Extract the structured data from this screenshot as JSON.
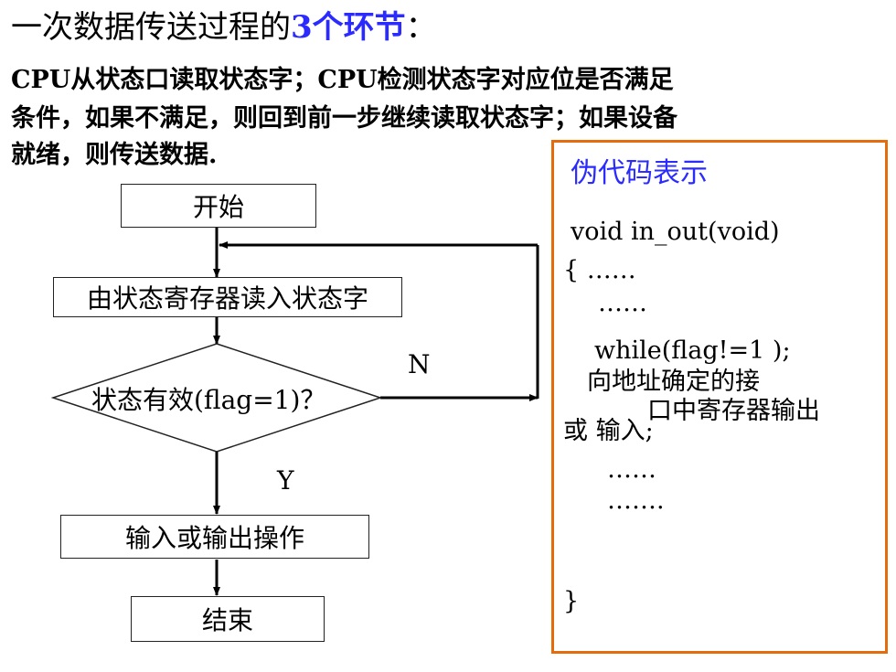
{
  "title": {
    "part1": "一次数据传送过程的",
    "part2": "3个环节",
    "part3": "："
  },
  "description": [
    "CPU从状态口读取状态字；CPU检测状态字对应位是否满足",
    "条件，如果不满足，则回到前一步继续读取状态字；如果设备",
    "就绪，则传送数据."
  ],
  "flowchart": {
    "start": "开始",
    "read_status": "由状态寄存器读入状态字",
    "condition": "状态有效(flag=1)？",
    "no_label": "N",
    "yes_label": "Y",
    "io_operation": "输入或输出操作",
    "end": "结束"
  },
  "pseudocode": {
    "title": "伪代码表示",
    "lines": [
      "void in_out(void)",
      "{    ……",
      "……",
      "while(flag!=1 );",
      "向地址确定的接",
      "口中寄存器输出",
      "或  输入;",
      "……",
      "…….",
      "}"
    ]
  },
  "colors": {
    "accent_blue": "#2b2bff",
    "panel_border": "#e46c0a"
  }
}
